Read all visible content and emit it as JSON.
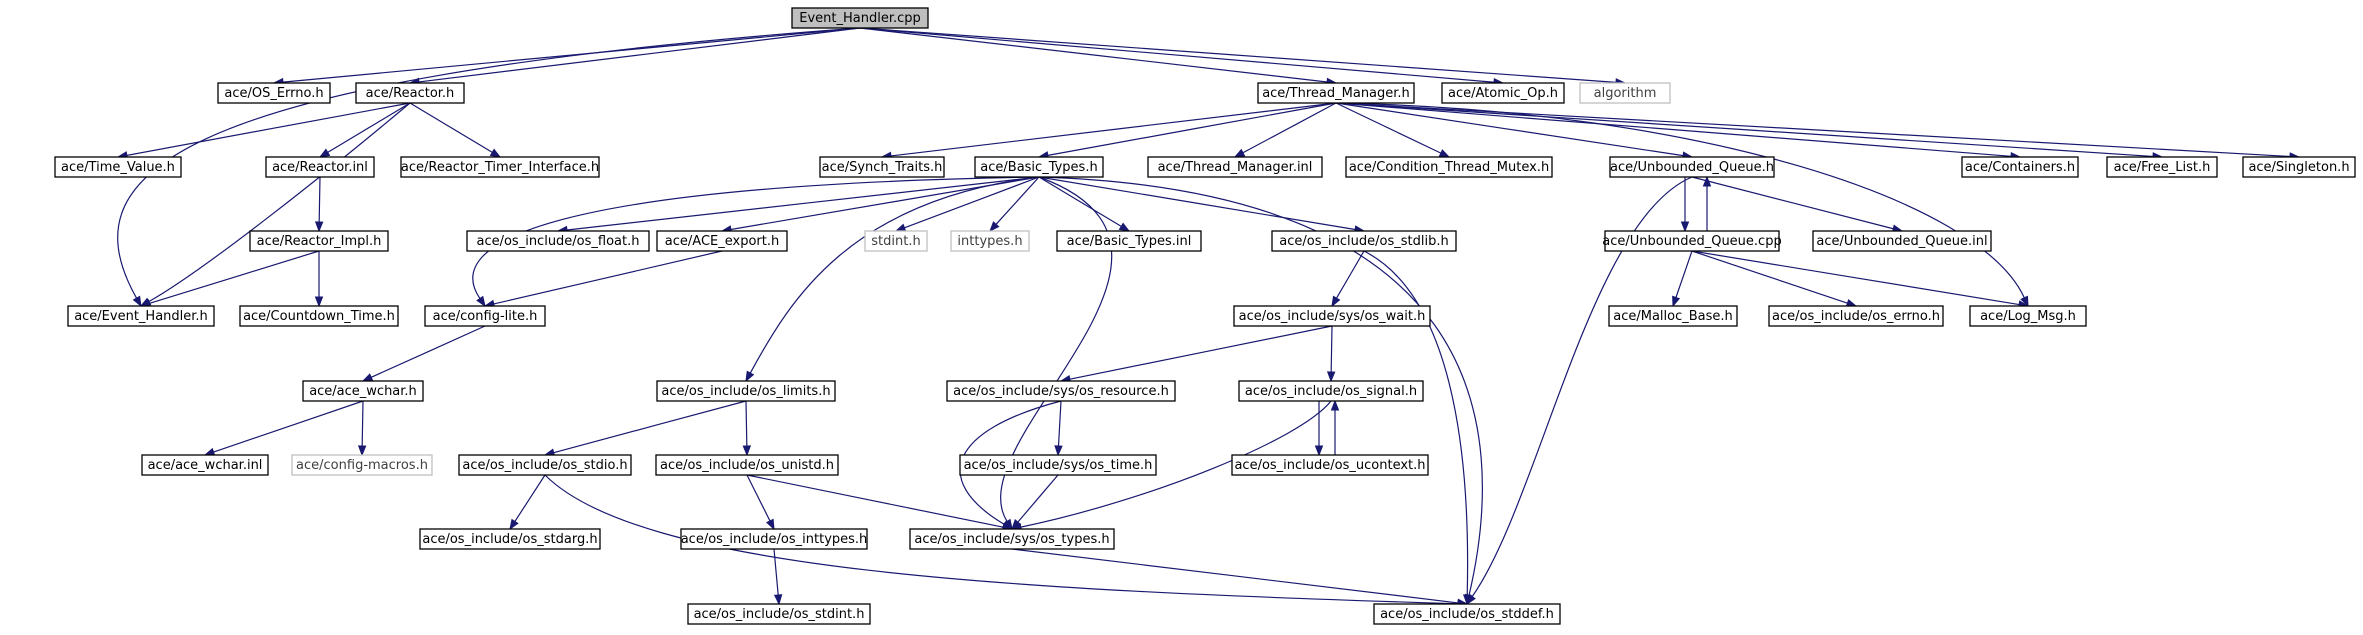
{
  "diagram": {
    "type": "include-dependency-graph",
    "colors": {
      "edge": "#191970",
      "root_fill": "#bfbfbf",
      "node_fill": "#ffffff",
      "node_border": "#000000",
      "external_border": "#bfbfbf"
    },
    "nodes": [
      {
        "id": "root",
        "label": "Event_Handler.cpp",
        "kind": "root"
      },
      {
        "id": "os_errno_h",
        "label": "ace/OS_Errno.h"
      },
      {
        "id": "reactor_h",
        "label": "ace/Reactor.h"
      },
      {
        "id": "thread_manager_h",
        "label": "ace/Thread_Manager.h"
      },
      {
        "id": "atomic_op_h",
        "label": "ace/Atomic_Op.h"
      },
      {
        "id": "algorithm",
        "label": "algorithm",
        "kind": "external"
      },
      {
        "id": "time_value_h",
        "label": "ace/Time_Value.h"
      },
      {
        "id": "reactor_inl",
        "label": "ace/Reactor.inl"
      },
      {
        "id": "reactor_timer_interface_h",
        "label": "ace/Reactor_Timer_Interface.h"
      },
      {
        "id": "synch_traits_h",
        "label": "ace/Synch_Traits.h"
      },
      {
        "id": "basic_types_h",
        "label": "ace/Basic_Types.h"
      },
      {
        "id": "thread_manager_inl",
        "label": "ace/Thread_Manager.inl"
      },
      {
        "id": "condition_thread_mutex_h",
        "label": "ace/Condition_Thread_Mutex.h"
      },
      {
        "id": "unbounded_queue_h",
        "label": "ace/Unbounded_Queue.h"
      },
      {
        "id": "containers_h",
        "label": "ace/Containers.h"
      },
      {
        "id": "free_list_h",
        "label": "ace/Free_List.h"
      },
      {
        "id": "singleton_h",
        "label": "ace/Singleton.h"
      },
      {
        "id": "reactor_impl_h",
        "label": "ace/Reactor_Impl.h"
      },
      {
        "id": "os_float_h",
        "label": "ace/os_include/os_float.h"
      },
      {
        "id": "ace_export_h",
        "label": "ace/ACE_export.h"
      },
      {
        "id": "stdint_h",
        "label": "stdint.h",
        "kind": "external"
      },
      {
        "id": "inttypes_h",
        "label": "inttypes.h",
        "kind": "external"
      },
      {
        "id": "basic_types_inl",
        "label": "ace/Basic_Types.inl"
      },
      {
        "id": "os_stdlib_h",
        "label": "ace/os_include/os_stdlib.h"
      },
      {
        "id": "unbounded_queue_cpp",
        "label": "ace/Unbounded_Queue.cpp"
      },
      {
        "id": "unbounded_queue_inl",
        "label": "ace/Unbounded_Queue.inl"
      },
      {
        "id": "event_handler_h",
        "label": "ace/Event_Handler.h"
      },
      {
        "id": "countdown_time_h",
        "label": "ace/Countdown_Time.h"
      },
      {
        "id": "config_lite_h",
        "label": "ace/config-lite.h"
      },
      {
        "id": "os_wait_h",
        "label": "ace/os_include/sys/os_wait.h"
      },
      {
        "id": "malloc_base_h",
        "label": "ace/Malloc_Base.h"
      },
      {
        "id": "os_errno_inc_h",
        "label": "ace/os_include/os_errno.h"
      },
      {
        "id": "log_msg_h",
        "label": "ace/Log_Msg.h"
      },
      {
        "id": "ace_wchar_h",
        "label": "ace/ace_wchar.h"
      },
      {
        "id": "os_limits_h",
        "label": "ace/os_include/os_limits.h"
      },
      {
        "id": "os_resource_h",
        "label": "ace/os_include/sys/os_resource.h"
      },
      {
        "id": "os_signal_h",
        "label": "ace/os_include/os_signal.h"
      },
      {
        "id": "ace_wchar_inl",
        "label": "ace/ace_wchar.inl"
      },
      {
        "id": "config_macros_h",
        "label": "ace/config-macros.h",
        "kind": "external"
      },
      {
        "id": "os_stdio_h",
        "label": "ace/os_include/os_stdio.h"
      },
      {
        "id": "os_unistd_h",
        "label": "ace/os_include/os_unistd.h"
      },
      {
        "id": "os_time_h",
        "label": "ace/os_include/sys/os_time.h"
      },
      {
        "id": "os_ucontext_h",
        "label": "ace/os_include/os_ucontext.h"
      },
      {
        "id": "os_stdarg_h",
        "label": "ace/os_include/os_stdarg.h"
      },
      {
        "id": "os_inttypes_h",
        "label": "ace/os_include/os_inttypes.h"
      },
      {
        "id": "os_types_h",
        "label": "ace/os_include/sys/os_types.h"
      },
      {
        "id": "os_stdint_h",
        "label": "ace/os_include/os_stdint.h"
      },
      {
        "id": "os_stddef_h",
        "label": "ace/os_include/os_stddef.h"
      }
    ],
    "edges": [
      [
        "root",
        "os_errno_h"
      ],
      [
        "root",
        "reactor_h"
      ],
      [
        "root",
        "thread_manager_h"
      ],
      [
        "root",
        "atomic_op_h"
      ],
      [
        "root",
        "algorithm"
      ],
      [
        "root",
        "event_handler_h"
      ],
      [
        "reactor_h",
        "time_value_h"
      ],
      [
        "reactor_h",
        "reactor_inl"
      ],
      [
        "reactor_h",
        "reactor_timer_interface_h"
      ],
      [
        "reactor_h",
        "event_handler_h"
      ],
      [
        "reactor_inl",
        "reactor_impl_h"
      ],
      [
        "reactor_impl_h",
        "event_handler_h"
      ],
      [
        "reactor_impl_h",
        "countdown_time_h"
      ],
      [
        "thread_manager_h",
        "synch_traits_h"
      ],
      [
        "thread_manager_h",
        "basic_types_h"
      ],
      [
        "thread_manager_h",
        "thread_manager_inl"
      ],
      [
        "thread_manager_h",
        "condition_thread_mutex_h"
      ],
      [
        "thread_manager_h",
        "unbounded_queue_h"
      ],
      [
        "thread_manager_h",
        "containers_h"
      ],
      [
        "thread_manager_h",
        "free_list_h"
      ],
      [
        "thread_manager_h",
        "singleton_h"
      ],
      [
        "thread_manager_h",
        "log_msg_h"
      ],
      [
        "basic_types_h",
        "os_float_h"
      ],
      [
        "basic_types_h",
        "ace_export_h"
      ],
      [
        "basic_types_h",
        "stdint_h"
      ],
      [
        "basic_types_h",
        "inttypes_h"
      ],
      [
        "basic_types_h",
        "basic_types_inl"
      ],
      [
        "basic_types_h",
        "os_stdlib_h"
      ],
      [
        "basic_types_h",
        "config_lite_h"
      ],
      [
        "basic_types_h",
        "os_limits_h"
      ],
      [
        "basic_types_h",
        "os_types_h"
      ],
      [
        "basic_types_h",
        "os_stddef_h"
      ],
      [
        "ace_export_h",
        "config_lite_h"
      ],
      [
        "config_lite_h",
        "ace_wchar_h"
      ],
      [
        "ace_wchar_h",
        "ace_wchar_inl"
      ],
      [
        "ace_wchar_h",
        "config_macros_h"
      ],
      [
        "os_stdlib_h",
        "os_wait_h"
      ],
      [
        "os_stdlib_h",
        "os_stddef_h"
      ],
      [
        "os_wait_h",
        "os_resource_h"
      ],
      [
        "os_wait_h",
        "os_signal_h"
      ],
      [
        "os_resource_h",
        "os_time_h"
      ],
      [
        "os_resource_h",
        "os_types_h"
      ],
      [
        "os_time_h",
        "os_types_h"
      ],
      [
        "os_signal_h",
        "os_ucontext_h"
      ],
      [
        "os_signal_h",
        "os_types_h"
      ],
      [
        "os_ucontext_h",
        "os_signal_h"
      ],
      [
        "os_limits_h",
        "os_stdio_h"
      ],
      [
        "os_limits_h",
        "os_unistd_h"
      ],
      [
        "os_stdio_h",
        "os_stdarg_h"
      ],
      [
        "os_stdio_h",
        "os_stddef_h"
      ],
      [
        "os_unistd_h",
        "os_inttypes_h"
      ],
      [
        "os_unistd_h",
        "os_types_h"
      ],
      [
        "os_inttypes_h",
        "os_stdint_h"
      ],
      [
        "os_types_h",
        "os_stddef_h"
      ],
      [
        "unbounded_queue_h",
        "unbounded_queue_cpp"
      ],
      [
        "unbounded_queue_h",
        "unbounded_queue_inl"
      ],
      [
        "unbounded_queue_h",
        "os_stddef_h"
      ],
      [
        "unbounded_queue_cpp",
        "unbounded_queue_h"
      ],
      [
        "unbounded_queue_cpp",
        "malloc_base_h"
      ],
      [
        "unbounded_queue_cpp",
        "os_errno_inc_h"
      ],
      [
        "unbounded_queue_cpp",
        "log_msg_h"
      ]
    ]
  }
}
